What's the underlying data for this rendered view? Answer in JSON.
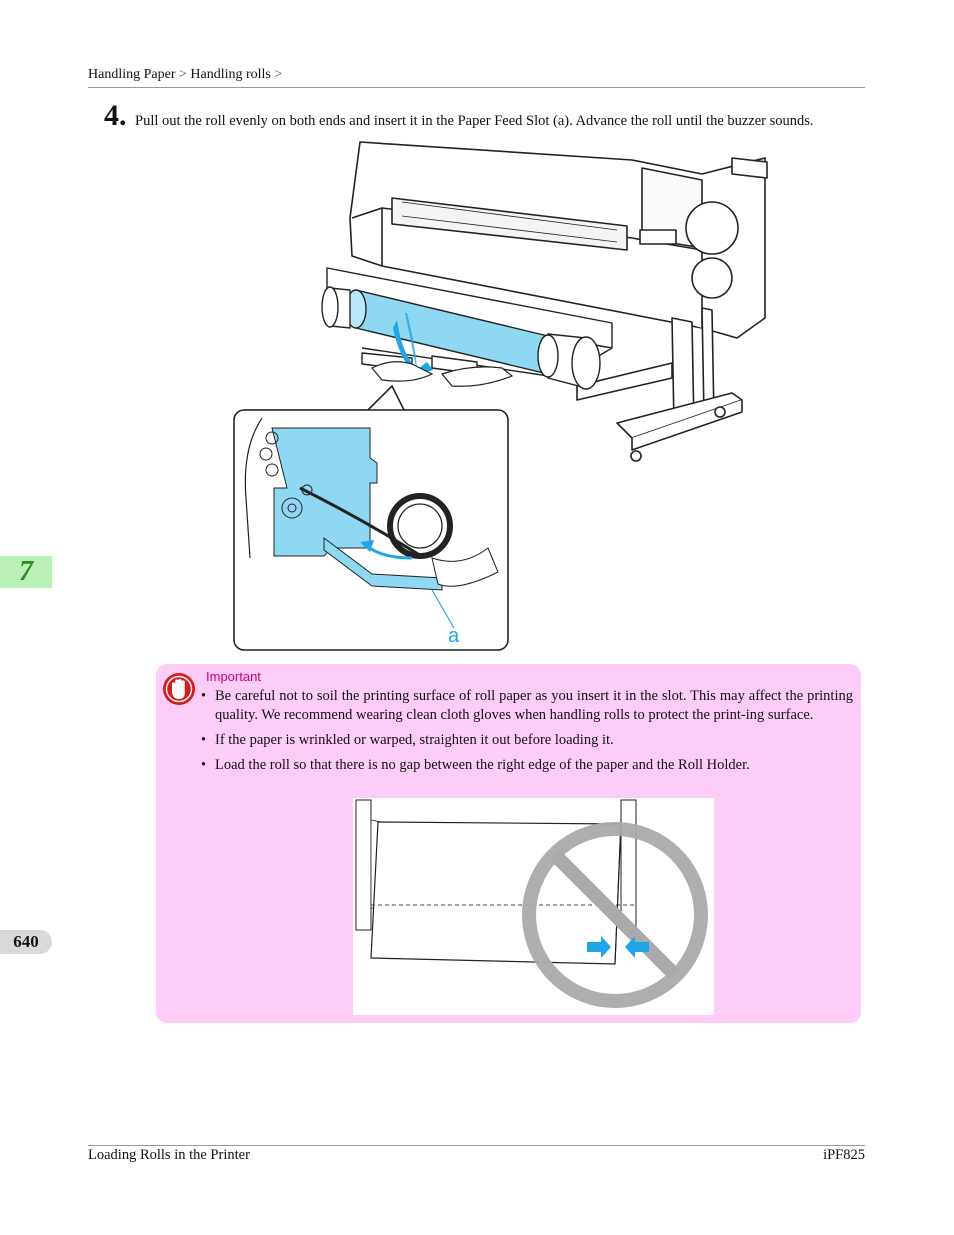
{
  "header": {
    "breadcrumb": [
      "Handling Paper",
      "Handling rolls"
    ],
    "separator": ">"
  },
  "step": {
    "number": "4.",
    "text": "Pull out the roll evenly on both ends and insert it in the Paper Feed Slot (a). Advance the roll until the buzzer sounds."
  },
  "figure": {
    "callout_label": "a"
  },
  "side_tabs": {
    "chapter": "7",
    "page_number": "640"
  },
  "important": {
    "title": "Important",
    "icon": "hand-stop-icon",
    "bullets": [
      "Be careful not to soil the printing surface of roll paper as you insert it in the slot. This may affect the printing quality. We recommend wearing clean cloth gloves when handling rolls to protect the print-ing surface.",
      "If the paper is wrinkled or warped, straighten it out before loading it.",
      "Load the roll so that there is no gap between the right edge of the paper and the Roll Holder."
    ]
  },
  "footer": {
    "left": "Loading Rolls in the Printer",
    "right": "iPF825"
  },
  "colors": {
    "important_bg": "#fdcdf8",
    "important_title": "#d1007f",
    "chapter_tab": "#b9f0b4",
    "chapter_text": "#2d8d24",
    "roll_blue": "#8fd8f4",
    "accent_blue": "#1ea6e6",
    "prohibit_gray": "#aaaaaa"
  }
}
